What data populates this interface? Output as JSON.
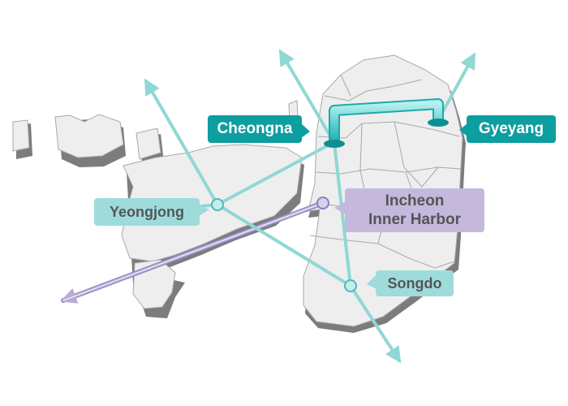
{
  "colors": {
    "land_fill": "#eeeeee",
    "land_stroke": "#a8a8a8",
    "land_shadow": "#7c7c7c",
    "route_teal": "#8fd8d4",
    "route_teal_dark": "#4fb9b6",
    "line_purple": "#b7aad6",
    "line_purple_dark": "#8f7fbf",
    "badge_dark": "#0d9ea0",
    "badge_light": "#9edcdc",
    "badge_purple": "#c4b9dd",
    "elevated_track": "#5fd0d2"
  },
  "labels": {
    "cheongna": "Cheongna",
    "gyeyang": "Gyeyang",
    "yeongjong": "Yeongjong",
    "incheon_line1": "Incheon",
    "incheon_line2": "Inner Harbor",
    "songdo": "Songdo"
  }
}
